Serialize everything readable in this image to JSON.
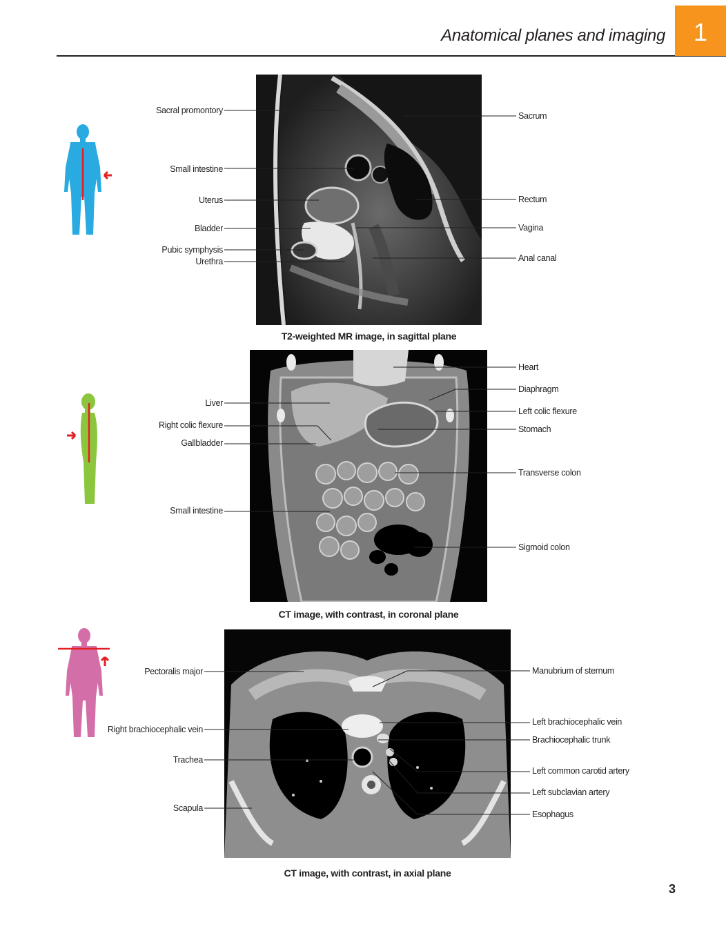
{
  "header": {
    "title": "Anatomical planes and imaging",
    "chapter": "1"
  },
  "page_number": "3",
  "colors": {
    "accent": "#f7941d",
    "sagittal_figure": "#29aae1",
    "coronal_figure": "#8cc63f",
    "axial_figure": "#d46ea8",
    "plane_line": "#e31e24"
  },
  "sagittal": {
    "caption": "T2-weighted MR image, in sagittal plane",
    "left_labels": [
      "Sacral promontory",
      "Small intestine",
      "Uterus",
      "Bladder",
      "Pubic symphysis",
      "Urethra"
    ],
    "right_labels": [
      "Sacrum",
      "Rectum",
      "Vagina",
      "Anal canal"
    ]
  },
  "coronal": {
    "caption": "CT image, with contrast, in coronal plane",
    "left_labels": [
      "Liver",
      "Right colic flexure",
      "Gallbladder",
      "Small intestine"
    ],
    "right_labels": [
      "Heart",
      "Diaphragm",
      "Left colic flexure",
      "Stomach",
      "Transverse colon",
      "Sigmoid colon"
    ]
  },
  "axial": {
    "caption": "CT image, with contrast, in axial plane",
    "left_labels": [
      "Pectoralis major",
      "Right brachiocephalic vein",
      "Trachea",
      "Scapula"
    ],
    "right_labels": [
      "Manubrium of sternum",
      "Left brachiocephalic vein",
      "Brachiocephalic trunk",
      "Left common carotid artery",
      "Left subclavian artery",
      "Esophagus"
    ]
  }
}
